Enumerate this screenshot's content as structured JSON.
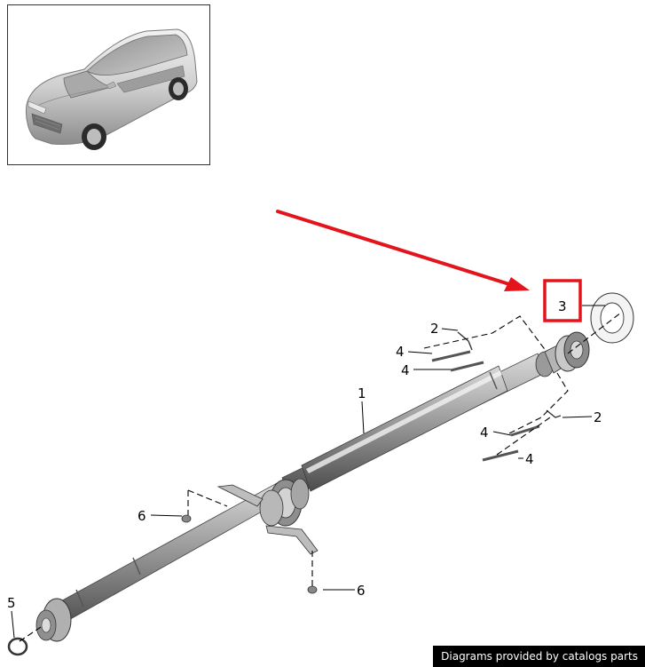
{
  "callouts": {
    "c1": "1",
    "c2a": "2",
    "c2b": "2",
    "c3": "3",
    "c4a": "4",
    "c4b": "4",
    "c4c": "4",
    "c4d": "4",
    "c5": "5",
    "c6a": "6",
    "c6b": "6"
  },
  "highlight_color": "#e3141c",
  "credit": "Diagrams provided by catalogs parts"
}
